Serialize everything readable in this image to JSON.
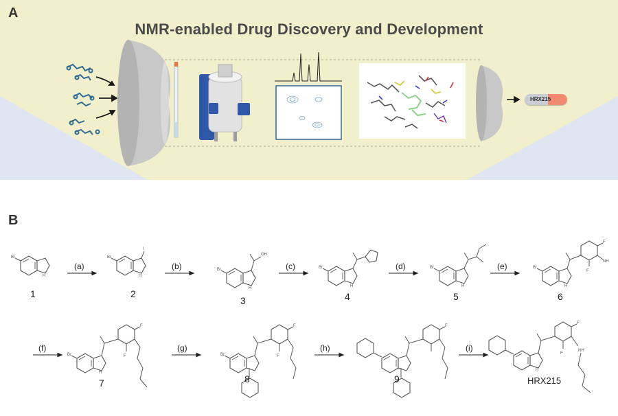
{
  "panel_a": {
    "letter": "A",
    "title": "NMR-enabled Drug Discovery and Development",
    "product_label": "HRX215",
    "colors": {
      "band": "#f1efcc",
      "side": "#dfe6f2",
      "funnel": "#c3c3c3",
      "magnet": "#2f58a8",
      "pill_left": "#c9cdd6",
      "pill_right": "#f18a70"
    }
  },
  "panel_b": {
    "letter": "B",
    "compounds": [
      "1",
      "2",
      "3",
      "4",
      "5",
      "6",
      "7",
      "8",
      "9",
      "HRX215"
    ],
    "steps": [
      "(a)",
      "(b)",
      "(c)",
      "(d)",
      "(e)",
      "(f)",
      "(g)",
      "(h)",
      "(i)"
    ]
  }
}
